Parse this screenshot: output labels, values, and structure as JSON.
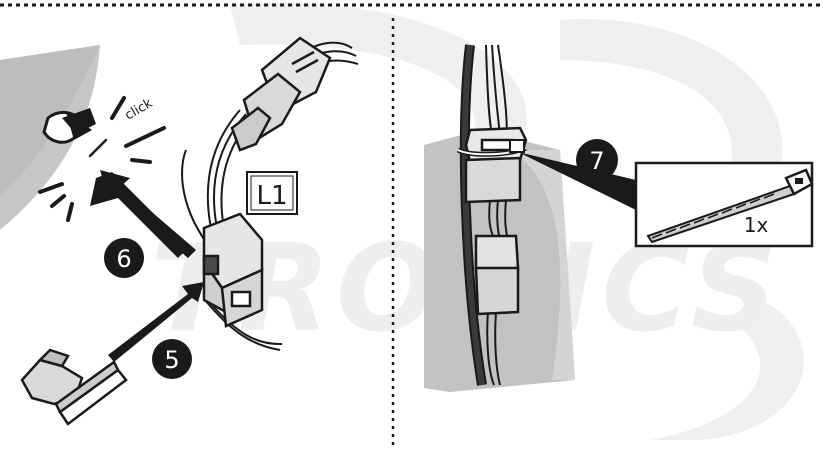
{
  "steps": {
    "step5": "5",
    "step6": "6",
    "step7": "7"
  },
  "labels": {
    "click": "click",
    "connector_label": "L1",
    "quantity": "1x"
  },
  "watermark": {
    "text": "TRONICS"
  },
  "colors": {
    "line": "#1a1a1a",
    "gray_panel": "#bdbdbd",
    "light_gray": "#e3e3e3",
    "badge": "#1a1a1a",
    "badge_text": "#ffffff"
  }
}
